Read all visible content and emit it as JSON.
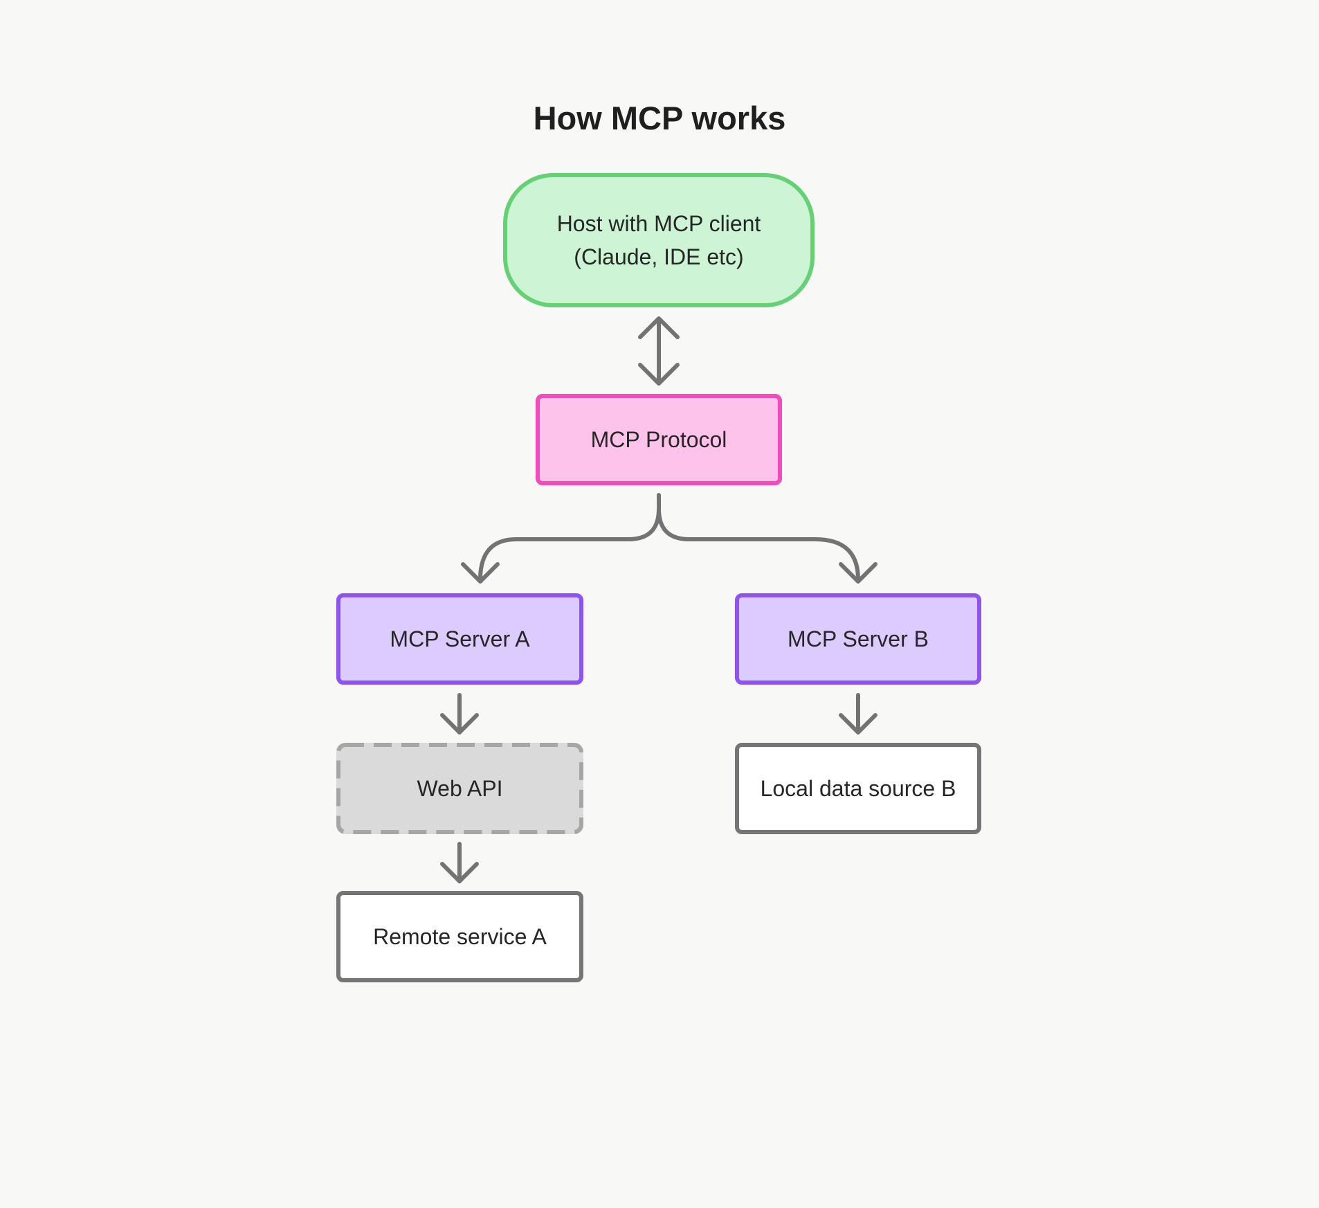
{
  "title": "How MCP works",
  "nodes": {
    "host": {
      "line1": "Host with MCP client",
      "line2": "(Claude, IDE etc)",
      "fill": "#cdf4d5",
      "stroke": "#64d274"
    },
    "protocol": {
      "label": "MCP Protocol",
      "fill": "#fdc3ea",
      "stroke": "#f44bba"
    },
    "server_a": {
      "label": "MCP Server A",
      "fill": "#dccbfd",
      "stroke": "#8f52f4"
    },
    "server_b": {
      "label": "MCP Server B",
      "fill": "#dccbfd",
      "stroke": "#8f52f4"
    },
    "web_api": {
      "label": "Web API",
      "fill": "#dadada",
      "stroke": "#a6a6a6",
      "border_style": "dashed"
    },
    "local_b": {
      "label": "Local data source B",
      "fill": "#ffffff",
      "stroke": "#757575"
    },
    "remote_a": {
      "label": "Remote service A",
      "fill": "#ffffff",
      "stroke": "#757575"
    }
  },
  "connector_color": "#737373",
  "edges": [
    {
      "from": "host",
      "to": "protocol",
      "direction": "both"
    },
    {
      "from": "protocol",
      "to": "server_a",
      "direction": "forward"
    },
    {
      "from": "protocol",
      "to": "server_b",
      "direction": "forward"
    },
    {
      "from": "server_a",
      "to": "web_api",
      "direction": "forward"
    },
    {
      "from": "web_api",
      "to": "remote_a",
      "direction": "forward"
    },
    {
      "from": "server_b",
      "to": "local_b",
      "direction": "forward"
    }
  ]
}
